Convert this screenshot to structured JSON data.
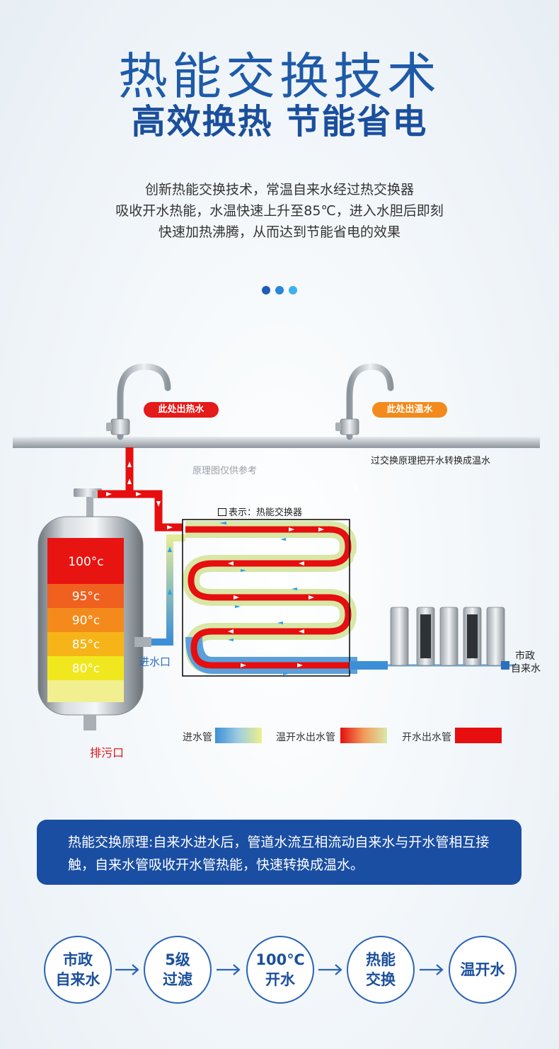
{
  "header": {
    "title": "热能交换技术",
    "subtitle": "高效换热 节能省电"
  },
  "intro": {
    "line1": "创新热能交换技术，常温自来水经过热交换器",
    "line2": "吸收开水热能，水温快速上升至85℃，进入水胆后即刻",
    "line3": "快速加热沸腾，从而达到节能省电的效果"
  },
  "dots": {
    "colors": [
      "#1f5bb8",
      "#2a86d8",
      "#3fb2ee"
    ]
  },
  "diagram": {
    "hot_tag": "此处出热水",
    "warm_tag": "此处出温水",
    "reference_note": "原理图仅供参考",
    "exchange_note": "过交换原理把开水转换成温水",
    "exchanger_label": "表示：热能交换器",
    "temperatures": [
      "100°c",
      "95°c",
      "90°c",
      "85°c",
      "80°c"
    ],
    "inlet_label": "进水口",
    "drain_label": "排污口",
    "municipal_label_1": "市政",
    "municipal_label_2": "自来水",
    "colors": {
      "hot": "#e60e0e",
      "cold": "#3b8fd6",
      "warm": "#dfe89a"
    }
  },
  "legend": [
    {
      "label": "进水管"
    },
    {
      "label": "温开水出水管"
    },
    {
      "label": "开水出水管"
    }
  ],
  "principle": {
    "text": "热能交换原理:自来水进水后，管道水流互相流动自来水与开水管相互接触，自来水管吸收开水管热能，快速转换成温水。"
  },
  "flow": {
    "steps": [
      "市政\n自来水",
      "5级\n过滤",
      "100℃\n开水",
      "热能\n交换",
      "温开水"
    ]
  }
}
